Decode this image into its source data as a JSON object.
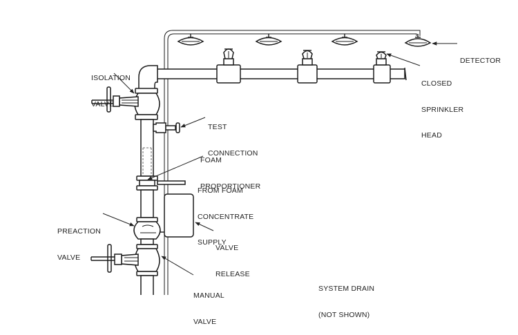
{
  "figure": {
    "type": "preaction sprinkler system schematic",
    "labels": {
      "isolation_valve": [
        "ISOLATION",
        "VALVE"
      ],
      "detector": [
        "DETECTOR"
      ],
      "closed_sprinkler_head": [
        "CLOSED",
        "SPRINKLER",
        "HEAD"
      ],
      "test_connection": [
        "TEST",
        "CONNECTION"
      ],
      "foam_proportioner": [
        "FOAM",
        "PROPORTIONER"
      ],
      "foam_concentrate_supply": [
        "FROM FOAM",
        "CONCENTRATE",
        "SUPPLY"
      ],
      "preaction_valve": [
        "PREACTION",
        "VALVE"
      ],
      "valve_release": [
        "VALVE",
        "RELEASE"
      ],
      "manual_valve": [
        "MANUAL",
        "VALVE"
      ],
      "system_drain": [
        "SYSTEM DRAIN",
        "(NOT SHOWN)"
      ]
    },
    "components": {
      "detectors_count": 4,
      "sprinkler_heads_count": 3
    }
  }
}
